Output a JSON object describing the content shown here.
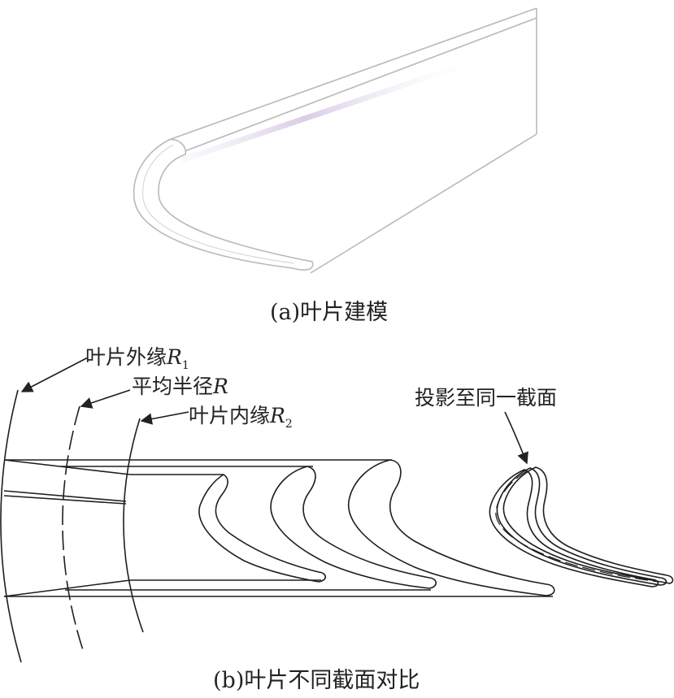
{
  "captions": {
    "a": "(a)叶片建模",
    "b": "(b)叶片不同截面对比"
  },
  "labels": {
    "outer": {
      "text": "叶片外缘",
      "var": "R",
      "sub": "1"
    },
    "mean": {
      "text": "平均半径",
      "var": "R"
    },
    "inner": {
      "text": "叶片内缘",
      "var": "R",
      "sub": "2"
    },
    "projection": "投影至同一截面"
  }
}
